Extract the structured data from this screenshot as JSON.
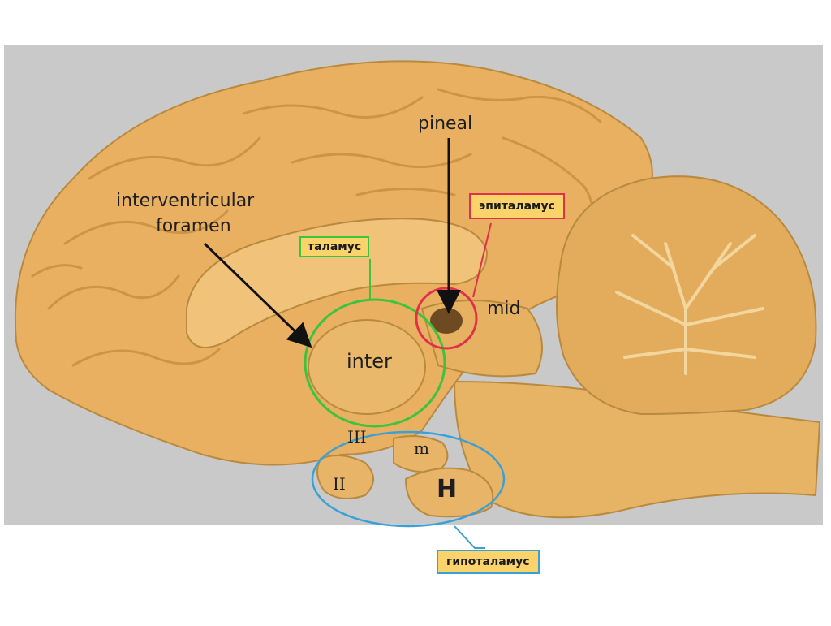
{
  "labels": {
    "pineal": "pineal",
    "interventricular": "interventricular",
    "foramen": "foramen",
    "inter": "inter",
    "mid": "mid",
    "III": "III",
    "m": "m",
    "II": "II",
    "H": "H"
  },
  "callouts": {
    "thalamus": "таламус",
    "epithalamus": "эпиталамус",
    "hypothalamus": "гипоталамус"
  },
  "colors": {
    "background": "#c8c8c8",
    "tissue": "#e8b060",
    "thalamus_outline": "#3cc43c",
    "epithalamus_outline": "#e0304a",
    "hypothalamus_outline": "#3aa0d8",
    "callout_fill": "#fbd36b"
  }
}
